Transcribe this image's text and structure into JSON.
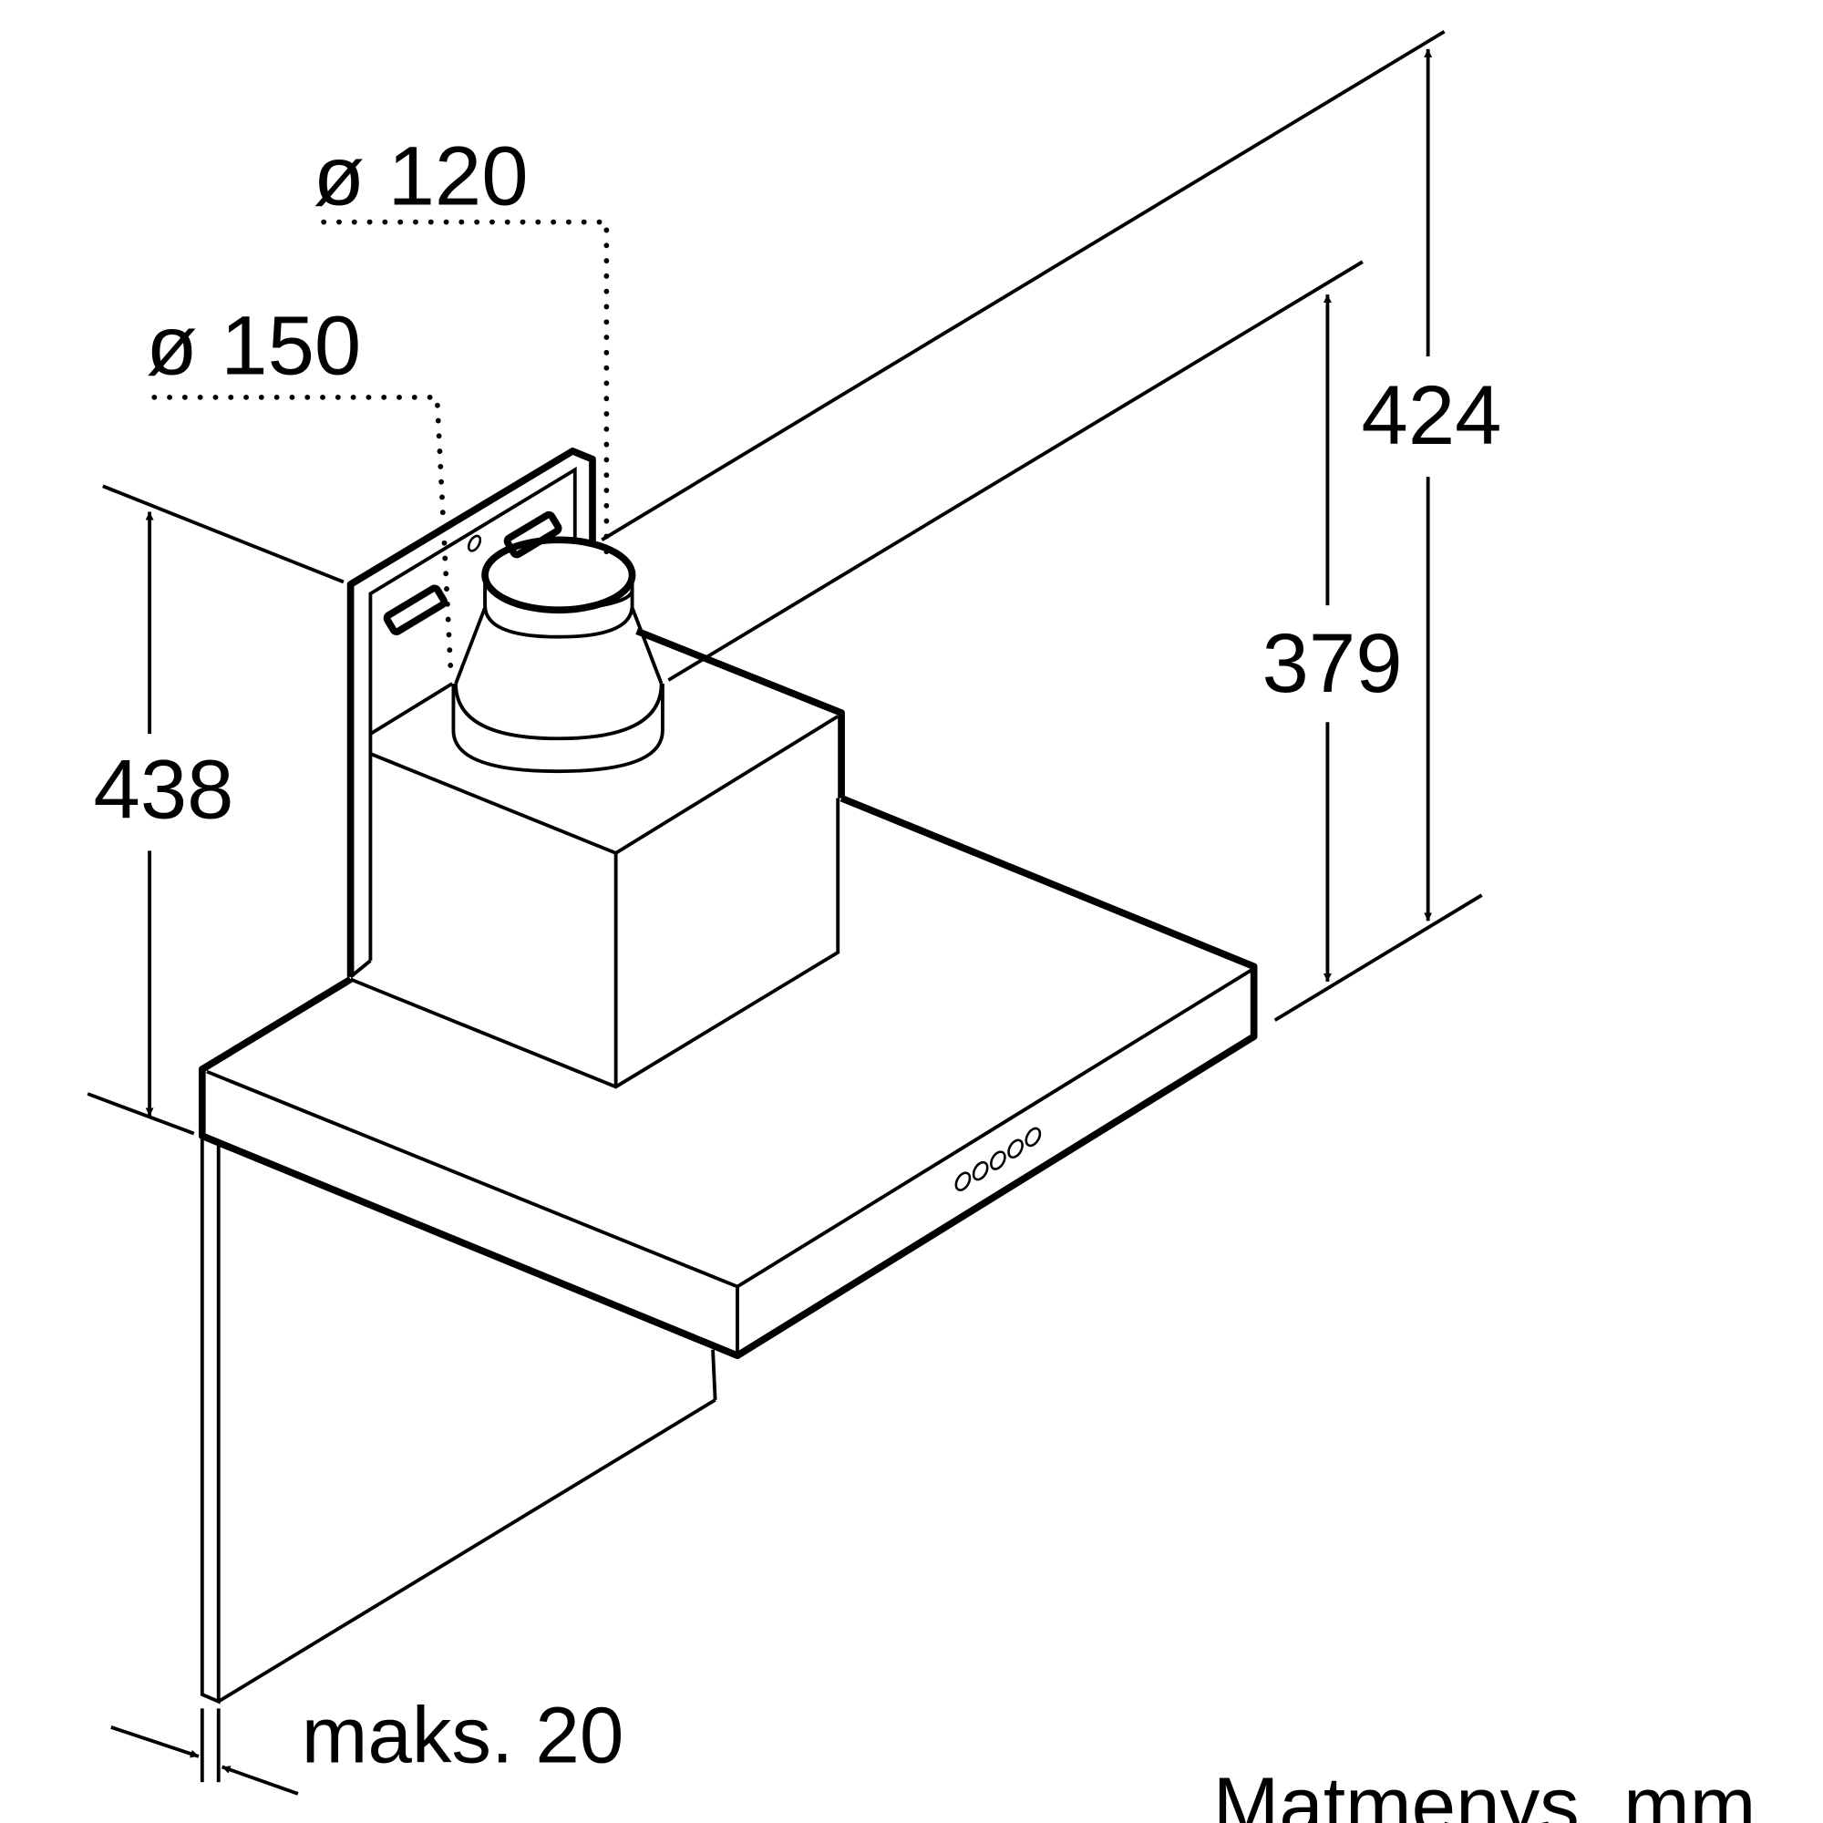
{
  "diagram": {
    "dimensions": {
      "diameter_small": "ø 120",
      "diameter_large": "ø 150",
      "height_total": "424",
      "height_inner": "379",
      "height_left": "438",
      "max_gap": "maks. 20"
    },
    "units_note": "Matmenys, mm"
  }
}
